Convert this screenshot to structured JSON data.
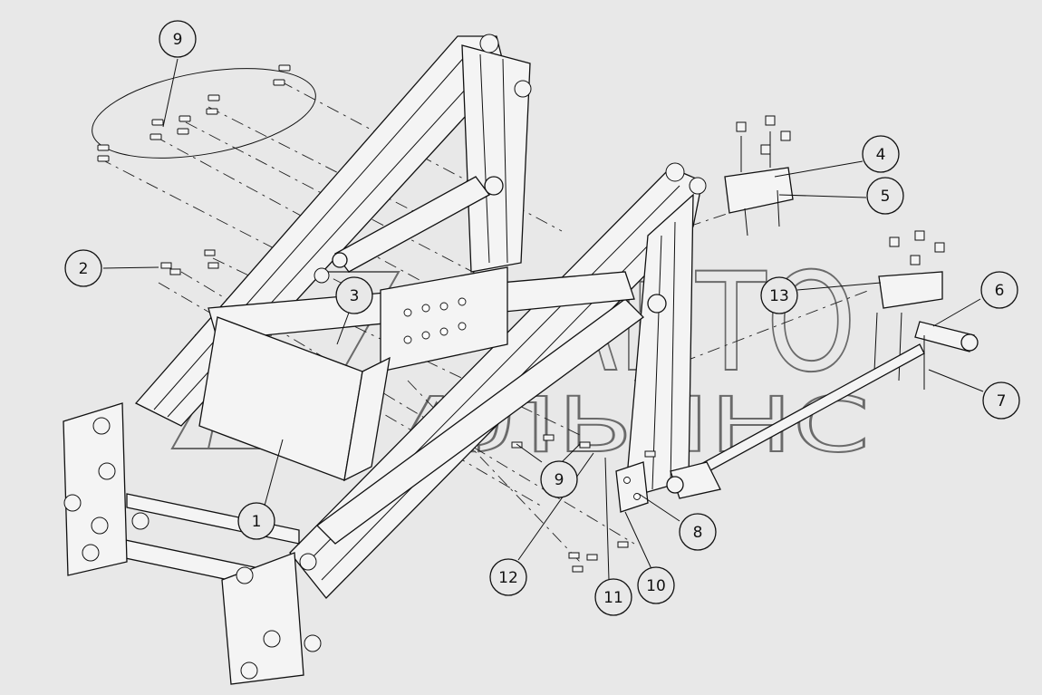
{
  "watermark": {
    "line1": "АВТО",
    "line2": "АЛЬЯНС"
  },
  "callouts": [
    {
      "id": "c1",
      "label": "1"
    },
    {
      "id": "c2",
      "label": "2"
    },
    {
      "id": "c3",
      "label": "3"
    },
    {
      "id": "c4",
      "label": "4"
    },
    {
      "id": "c5",
      "label": "5"
    },
    {
      "id": "c6",
      "label": "6"
    },
    {
      "id": "c7",
      "label": "7"
    },
    {
      "id": "c8",
      "label": "8"
    },
    {
      "id": "c9a",
      "label": "9"
    },
    {
      "id": "c9b",
      "label": "9"
    },
    {
      "id": "c10",
      "label": "10"
    },
    {
      "id": "c11",
      "label": "11"
    },
    {
      "id": "c12",
      "label": "12"
    },
    {
      "id": "c13",
      "label": "13"
    }
  ]
}
